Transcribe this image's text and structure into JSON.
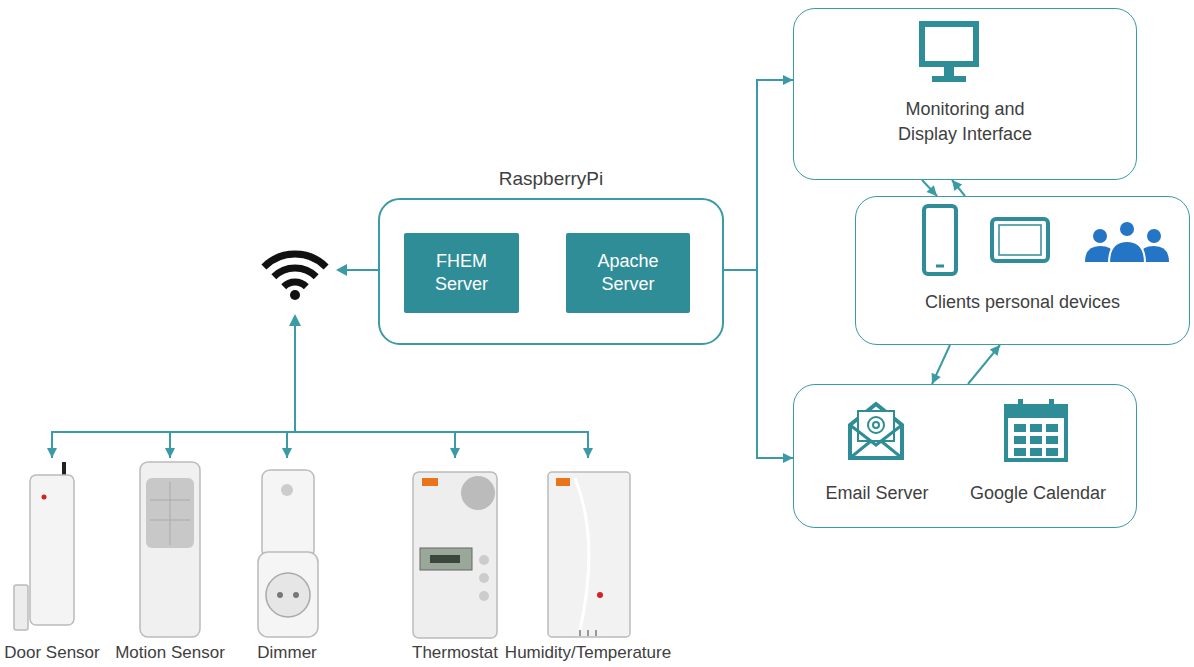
{
  "diagram": {
    "nodes": [
      {
        "text": [
          "RaspberryPi"
        ]
      },
      {
        "text": [
          "FHEM Server"
        ],
        "in": 0
      },
      {
        "text": [
          "Apache Server"
        ],
        "in": 0
      },
      {
        "text": [
          "Monitoring and Display Interface"
        ]
      },
      {
        "text": [
          "Clients personal devices"
        ]
      },
      {
        "text": [
          "Email Server",
          "Google Calendar"
        ]
      },
      {
        "text": [
          "Door Sensor"
        ]
      },
      {
        "text": [
          "Motion Sensor"
        ]
      },
      {
        "text": [
          "Dimmer"
        ]
      },
      {
        "text": [
          "Thermostat"
        ]
      },
      {
        "text": [
          "Humidity/Temperature"
        ]
      }
    ],
    "edges": [
      {
        "from": 0,
        "to": 3,
        "arrow": "to"
      },
      {
        "from": 0,
        "to": 5,
        "arrow": "to"
      },
      {
        "from": 3,
        "to": 4,
        "arrow": "to"
      },
      {
        "from": 4,
        "to": 3,
        "arrow": "to"
      },
      {
        "from": 4,
        "to": 5,
        "arrow": "to"
      },
      {
        "from": 5,
        "to": 4,
        "arrow": "to"
      },
      {
        "from": 0,
        "to": 6,
        "arrow": "to"
      },
      {
        "from": 0,
        "to": 7,
        "arrow": "to"
      },
      {
        "from": 0,
        "to": 8,
        "arrow": "to"
      },
      {
        "from": 0,
        "to": 9,
        "arrow": "to"
      },
      {
        "from": 0,
        "to": 10,
        "arrow": "to"
      }
    ]
  }
}
